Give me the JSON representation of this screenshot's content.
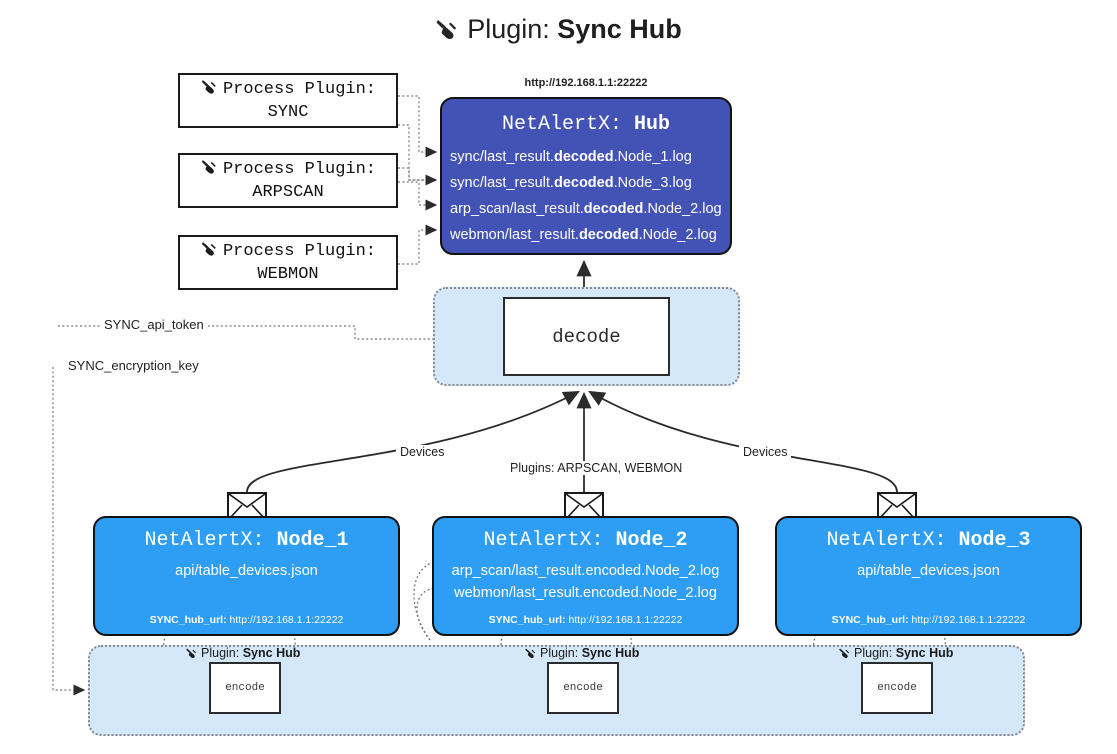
{
  "title": {
    "icon": "plug-icon",
    "prefix": "Plugin:",
    "name": "Sync Hub"
  },
  "process_plugins": [
    {
      "icon": "plug-icon",
      "line1": "Process Plugin:",
      "line2": "SYNC"
    },
    {
      "icon": "plug-icon",
      "line1": "Process Plugin:",
      "line2": "ARPSCAN"
    },
    {
      "icon": "plug-icon",
      "line1": "Process Plugin:",
      "line2": "WEBMON"
    }
  ],
  "hub": {
    "url": "http://192.168.1.1:22222",
    "title_prefix": "NetAlertX:",
    "title_name": "Hub",
    "lines": [
      {
        "pre": "sync/last_result.",
        "bold": "decoded",
        "post": ".Node_1.log"
      },
      {
        "pre": "sync/last_result.",
        "bold": "decoded",
        "post": ".Node_3.log"
      },
      {
        "pre": "arp_scan/last_result.",
        "bold": "decoded",
        "post": ".Node_2.log"
      },
      {
        "pre": "webmon/last_result.",
        "bold": "decoded",
        "post": ".Node_2.log"
      }
    ]
  },
  "decode": {
    "label": "decode"
  },
  "tokens": [
    {
      "label": "SYNC_api_token"
    },
    {
      "label": "SYNC_encryption_key"
    }
  ],
  "edge_labels": {
    "left_devices": "Devices",
    "right_devices": "Devices",
    "center_plugins": "Plugins: ARPSCAN, WEBMON"
  },
  "nodes": [
    {
      "title_prefix": "NetAlertX:",
      "title_name": "Node_1",
      "lines": [
        "api/table_devices.json"
      ],
      "url_label": "SYNC_hub_url:",
      "url_value": "http://192.168.1.1:22222",
      "icon": "envelope-icon"
    },
    {
      "title_prefix": "NetAlertX:",
      "title_name": "Node_2",
      "lines": [
        "arp_scan/last_result.encoded.Node_2.log",
        "webmon/last_result.encoded.Node_2.log"
      ],
      "url_label": "SYNC_hub_url:",
      "url_value": "http://192.168.1.1:22222",
      "icon": "envelope-icon"
    },
    {
      "title_prefix": "NetAlertX:",
      "title_name": "Node_3",
      "lines": [
        "api/table_devices.json"
      ],
      "url_label": "SYNC_hub_url:",
      "url_value": "http://192.168.1.1:22222",
      "icon": "envelope-icon"
    }
  ],
  "bottom_plugins": [
    {
      "icon": "plug-icon",
      "prefix": "Plugin:",
      "name": "Sync Hub",
      "box_label": "encode"
    },
    {
      "icon": "plug-icon",
      "prefix": "Plugin:",
      "name": "Sync Hub",
      "box_label": "encode"
    },
    {
      "icon": "plug-icon",
      "prefix": "Plugin:",
      "name": "Sync Hub",
      "box_label": "encode"
    }
  ],
  "colors": {
    "hub_fill": "#4352b5",
    "node_fill": "#2e9ef4",
    "container_fill": "#d4e8fa",
    "stroke": "#121212",
    "dotted": "#8a8a8a"
  }
}
